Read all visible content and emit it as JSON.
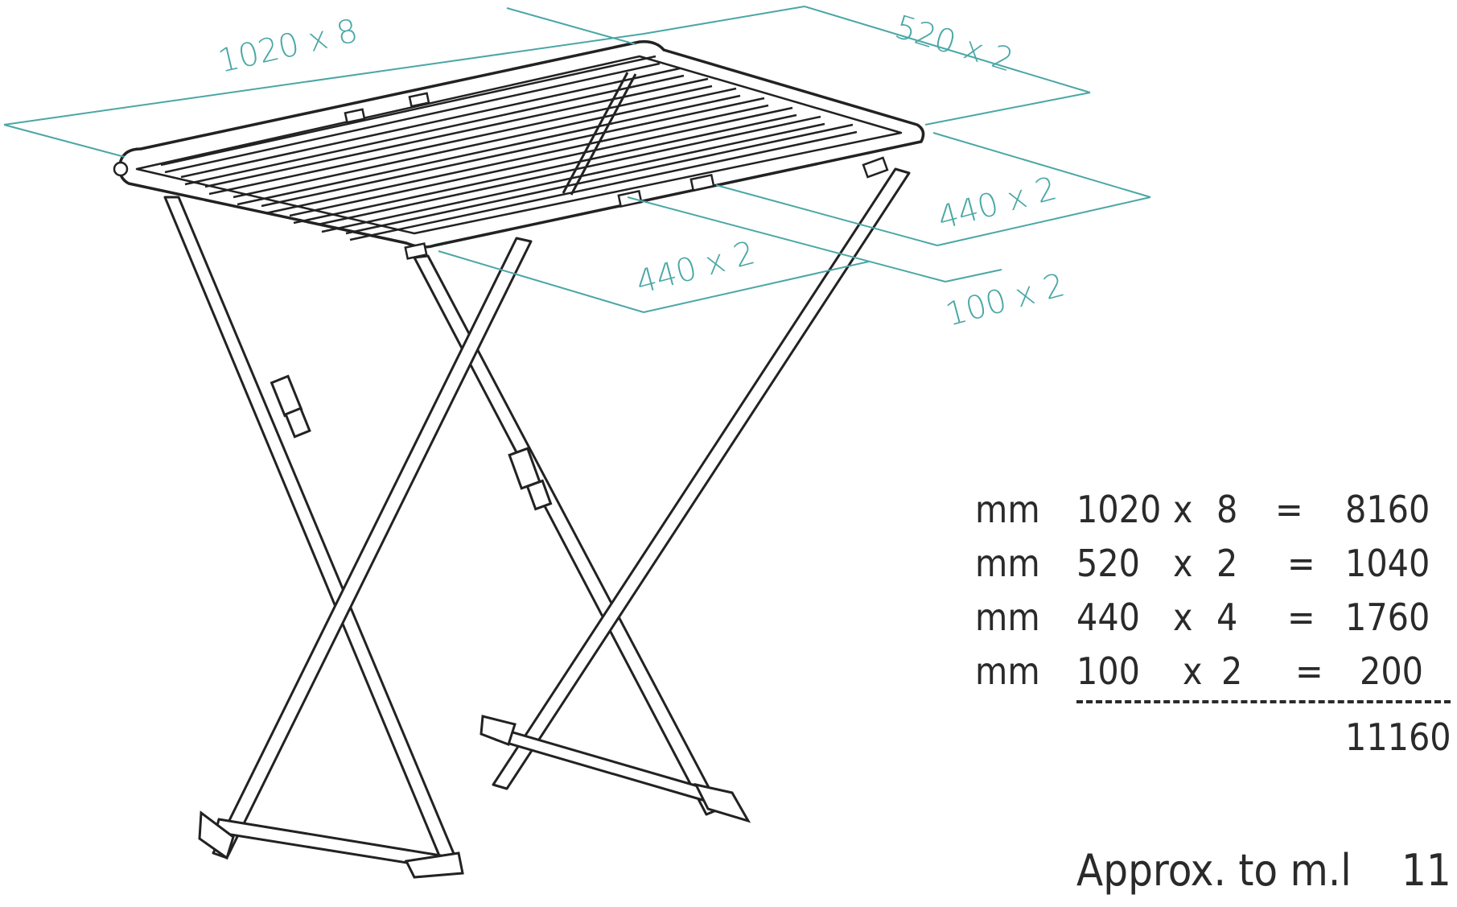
{
  "colors": {
    "dimension": "#4aa7a5",
    "ink": "#222222"
  },
  "dimensions": {
    "top_length": "1020 x 8",
    "top_width": "520 x 2",
    "side_right": "440 x 2",
    "side_front": "440 x 2",
    "short_bar": "100 x 2"
  },
  "calc": {
    "rows": [
      {
        "unit": "mm",
        "length": "1020",
        "times": "x",
        "count": "8",
        "eq": "=",
        "total": "8160"
      },
      {
        "unit": "mm",
        "length": "520",
        "times": "x",
        "count": "2",
        "eq": "=",
        "total": "1040"
      },
      {
        "unit": "mm",
        "length": "440",
        "times": "x",
        "count": "4",
        "eq": "=",
        "total": "1760"
      },
      {
        "unit": "mm",
        "length": "100",
        "times": "x",
        "count": "2",
        "eq": "=",
        "total": "200"
      }
    ],
    "grand_total": "11160",
    "approx_label": "Approx. to m.l",
    "approx_value": "11"
  }
}
